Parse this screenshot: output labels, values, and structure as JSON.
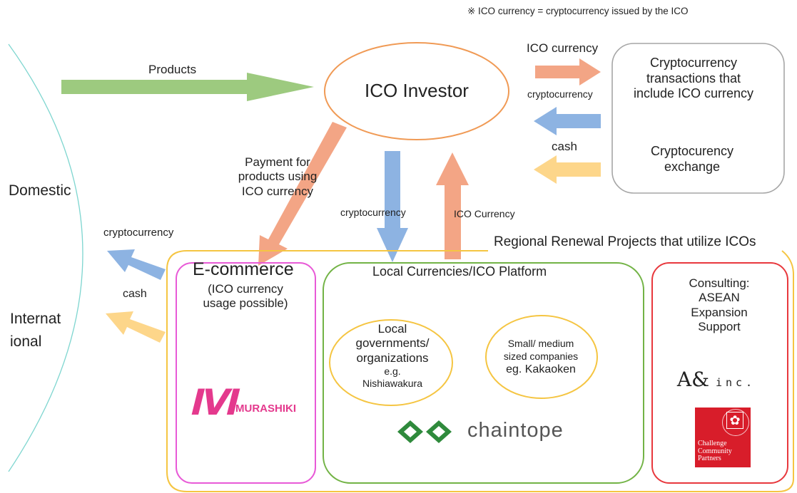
{
  "note": "※ ICO currency = cryptocurrency issued by the ICO",
  "arrows": {
    "products": "Products",
    "ico_currency_top": "ICO currency",
    "cryptocurrency_top": "cryptocurrency",
    "cash_top": "cash",
    "payment": [
      "Payment for",
      "products using",
      "ICO currency"
    ],
    "cryptocurrency_down": "cryptocurrency",
    "ico_currency_up": "ICO Currency",
    "cryptocurrency_left": "cryptocurrency",
    "cash_left": "cash"
  },
  "investor": "ICO Investor",
  "exchange_box": {
    "transactions": [
      "Cryptocurrency",
      "transactions that",
      "include ICO currency"
    ],
    "exchange": [
      "Cryptocurency",
      "exchange"
    ]
  },
  "markets": {
    "domestic": "Domestic",
    "international": [
      "Internat",
      "ional"
    ]
  },
  "regional_title": "Regional Renewal Projects that utilize ICOs",
  "ecommerce": {
    "title": "E-commerce",
    "subtitle": [
      "(ICO currency",
      "usage possible)"
    ],
    "logo_text": "MURASHIKI"
  },
  "platform": {
    "title": "Local Currencies/ICO Platform",
    "local_gov": [
      "Local",
      "governments/",
      "organizations"
    ],
    "local_gov_eg": "e.g.",
    "local_gov_name": "Nishiawakura",
    "smb": [
      "Small/ medium",
      "sized companies"
    ],
    "smb_eg": "eg. Kakaoken",
    "logo_text": "chaintope"
  },
  "consulting": {
    "lines": [
      "Consulting:",
      "ASEAN",
      "Expansion",
      "Support"
    ],
    "aa_logo": "A&",
    "aa_inc": "inc.",
    "ccp_logo": [
      "Challenge",
      "Community",
      "Partners"
    ]
  },
  "colors": {
    "green_arrow": "#9dca7f",
    "orange_arrow": "#f3a585",
    "blue_arrow": "#8db3e2",
    "yellow_arrow": "#fdd68a",
    "investor_ellipse": "#f09a55",
    "regional_frame": "#f5c542",
    "ecommerce_border": "#e85ad7",
    "platform_border": "#72b345",
    "consulting_border": "#e8383d",
    "exchange_border": "#a6a6a6",
    "murashiki": "#e4398d",
    "ccp": "#d81d2a"
  }
}
